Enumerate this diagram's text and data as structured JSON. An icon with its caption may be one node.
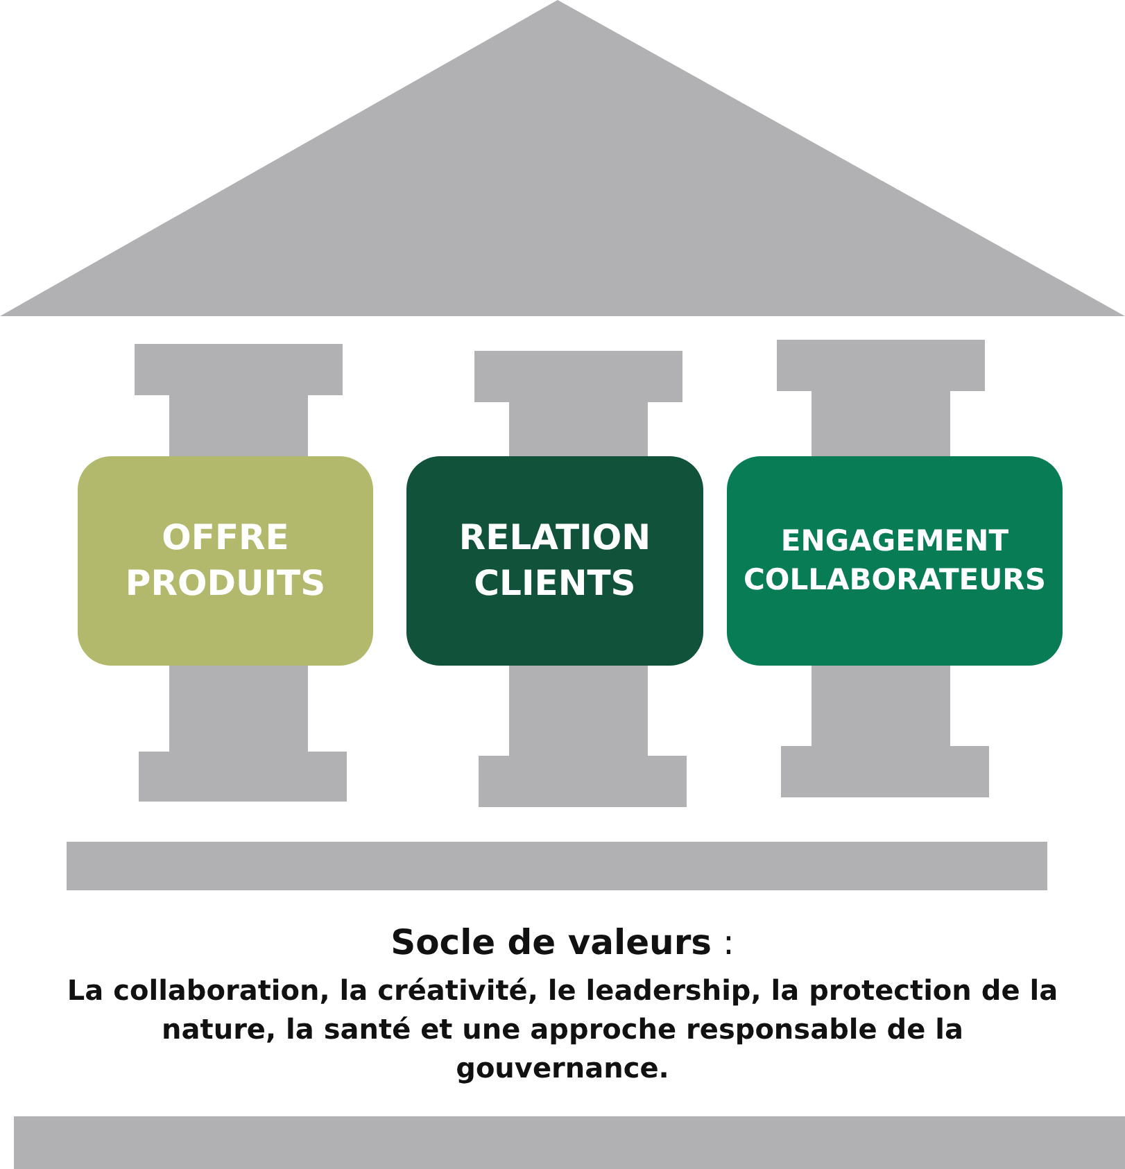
{
  "diagram": {
    "nodes": [
      {
        "text": [
          "OFFRE PRODUITS"
        ]
      },
      {
        "text": [
          "RELATION CLIENTS"
        ]
      },
      {
        "text": [
          "ENGAGEMENT COLLABORATEURS"
        ]
      }
    ],
    "labels": [
      "**Socle de valeurs** :",
      "La collaboration, la créativité, le leadership, la protection de la nature, la santé et une approche responsable de la gouvernance."
    ]
  }
}
